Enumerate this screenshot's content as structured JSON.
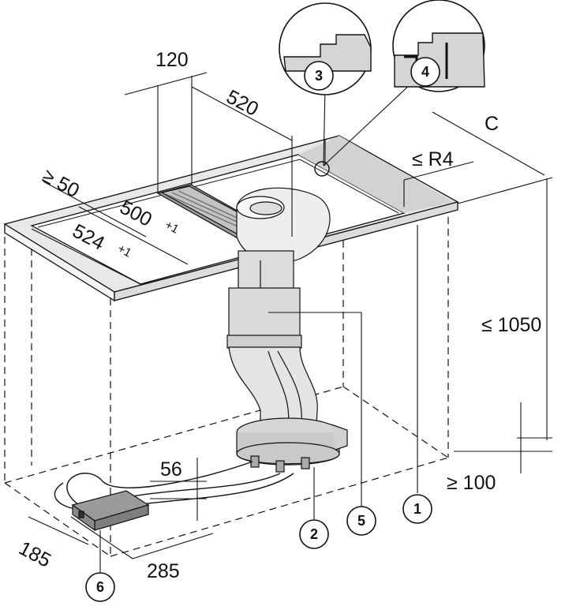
{
  "dimensions": {
    "d120": "120",
    "d520": "520",
    "dC": "C",
    "dR4": "≤ R4",
    "d50": "≥ 50",
    "d500": "500",
    "d500_tol": "+1",
    "d524": "524",
    "d524_tol": "+1",
    "d1050": "≤ 1050",
    "d56": "56",
    "d100": "≥ 100",
    "d185": "185",
    "d285": "285"
  },
  "callouts": {
    "c1": "1",
    "c2": "2",
    "c3": "3",
    "c4": "4",
    "c5": "5",
    "c6": "6"
  },
  "colors": {
    "line": "#111111",
    "countertop": "#e6e6e6",
    "worktop_edge": "#cfcfcf",
    "metal": "#9a9a9a",
    "duct": "#d9d9d9",
    "callout_fill": "#ffffff"
  }
}
